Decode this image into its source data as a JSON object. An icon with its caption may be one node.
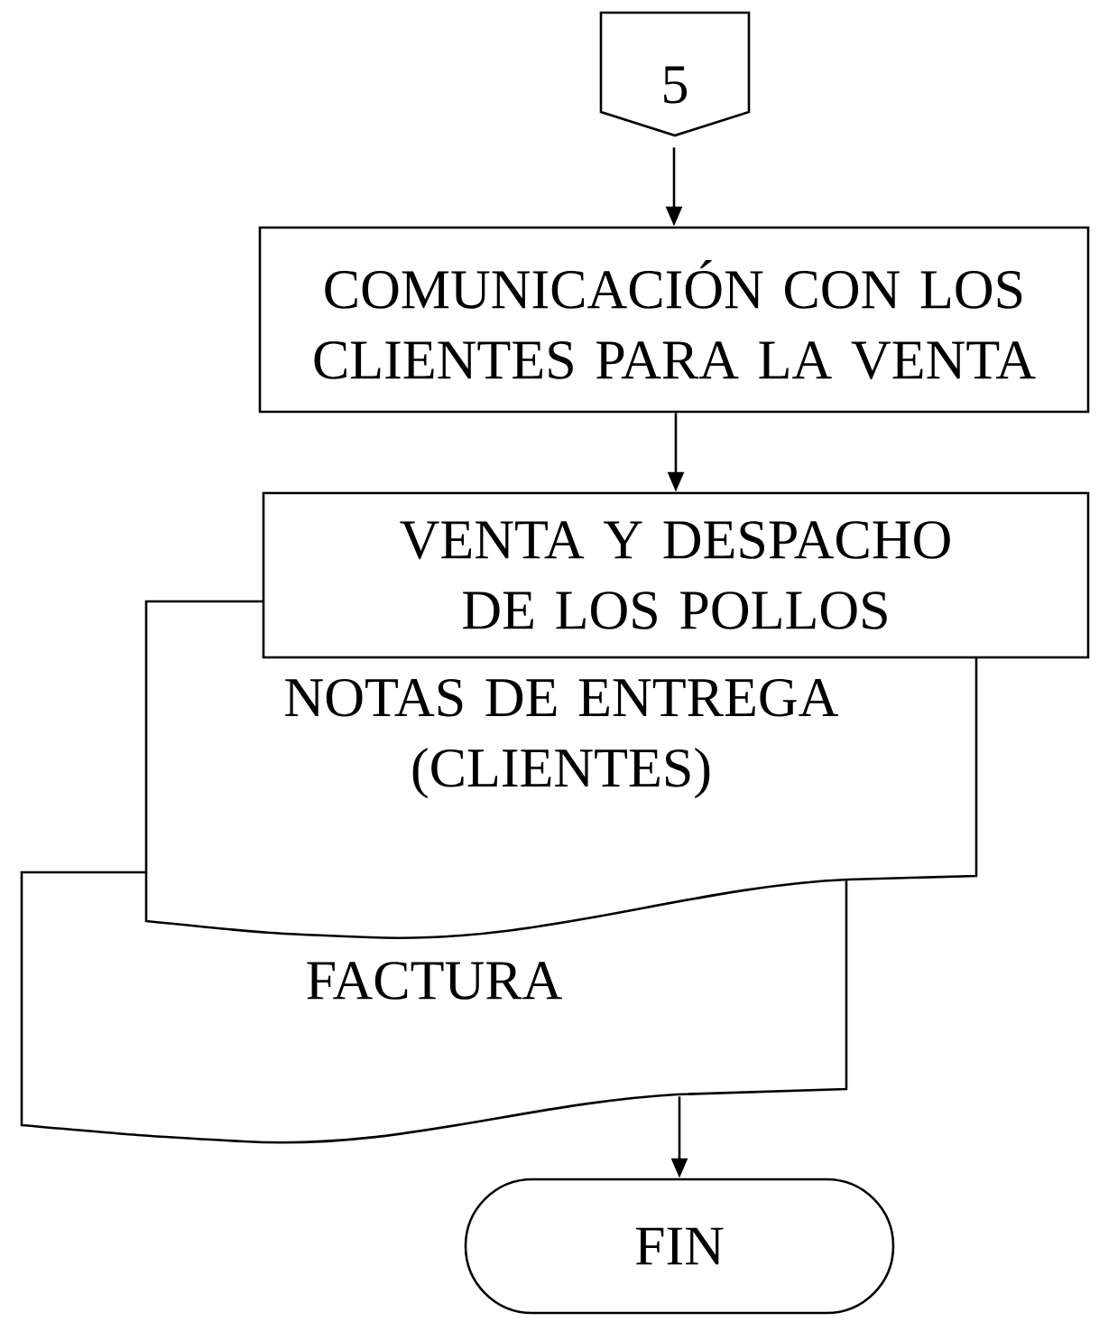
{
  "diagram": {
    "nodes": [
      {
        "text": [
          "5"
        ]
      },
      {
        "text": [
          "COMUNICACIÓN CON LOS CLIENTES PARA LA VENTA"
        ]
      },
      {
        "text": [
          "VENTA Y DESPACHO DE LOS POLLOS"
        ]
      },
      {
        "text": [
          "NOTAS DE ENTREGA (CLIENTES)"
        ]
      },
      {
        "text": [
          "FACTURA"
        ]
      },
      {
        "text": [
          "FIN"
        ]
      }
    ],
    "edges": [
      {
        "from": 0,
        "to": 1,
        "arrow": "to"
      },
      {
        "from": 1,
        "to": 2,
        "arrow": "to"
      },
      {
        "from": 4,
        "to": 5,
        "arrow": "to"
      }
    ]
  }
}
